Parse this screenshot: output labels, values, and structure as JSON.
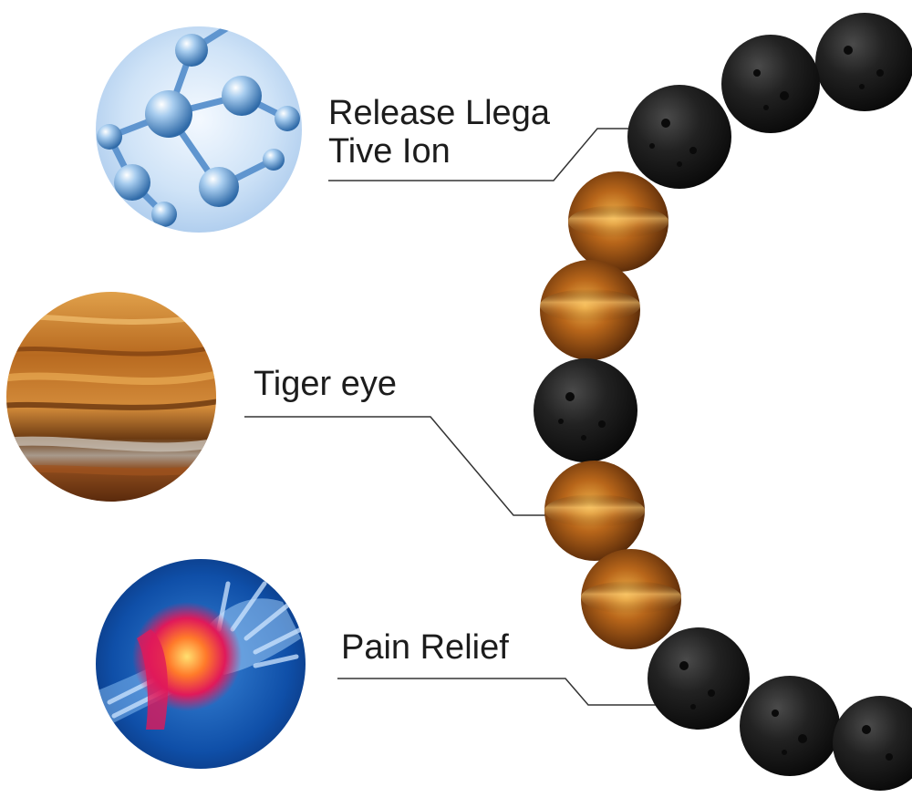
{
  "features": [
    {
      "id": "ion",
      "label": "Release Llega\nTive Ion",
      "icon": "molecule-icon"
    },
    {
      "id": "tiger",
      "label": "Tiger eye",
      "icon": "tiger-eye-stone-icon"
    },
    {
      "id": "pain",
      "label": "Pain Relief",
      "icon": "wrist-pain-icon"
    }
  ],
  "colors": {
    "lava": "#1a1a1a",
    "tiger": "#8a4a12",
    "callout_line": "#333333",
    "text": "#1c1c1c"
  }
}
